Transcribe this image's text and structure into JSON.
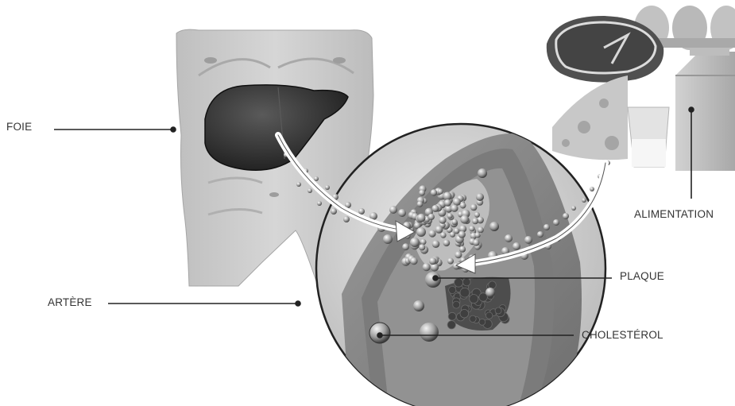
{
  "labels": {
    "foie": "FOIE",
    "artere": "ARTÈRE",
    "alimentation": "ALIMENTATION",
    "plaque": "PLAQUE",
    "cholesterol": "CHOLESTÉROL"
  },
  "colors": {
    "torso": "#c9c9c9",
    "liver": "#3a3a3a",
    "artery_wall": "#8a8a8a",
    "plaque": "#bdbdbd",
    "arrow": "#ffffff",
    "leader_line": "#222222"
  }
}
